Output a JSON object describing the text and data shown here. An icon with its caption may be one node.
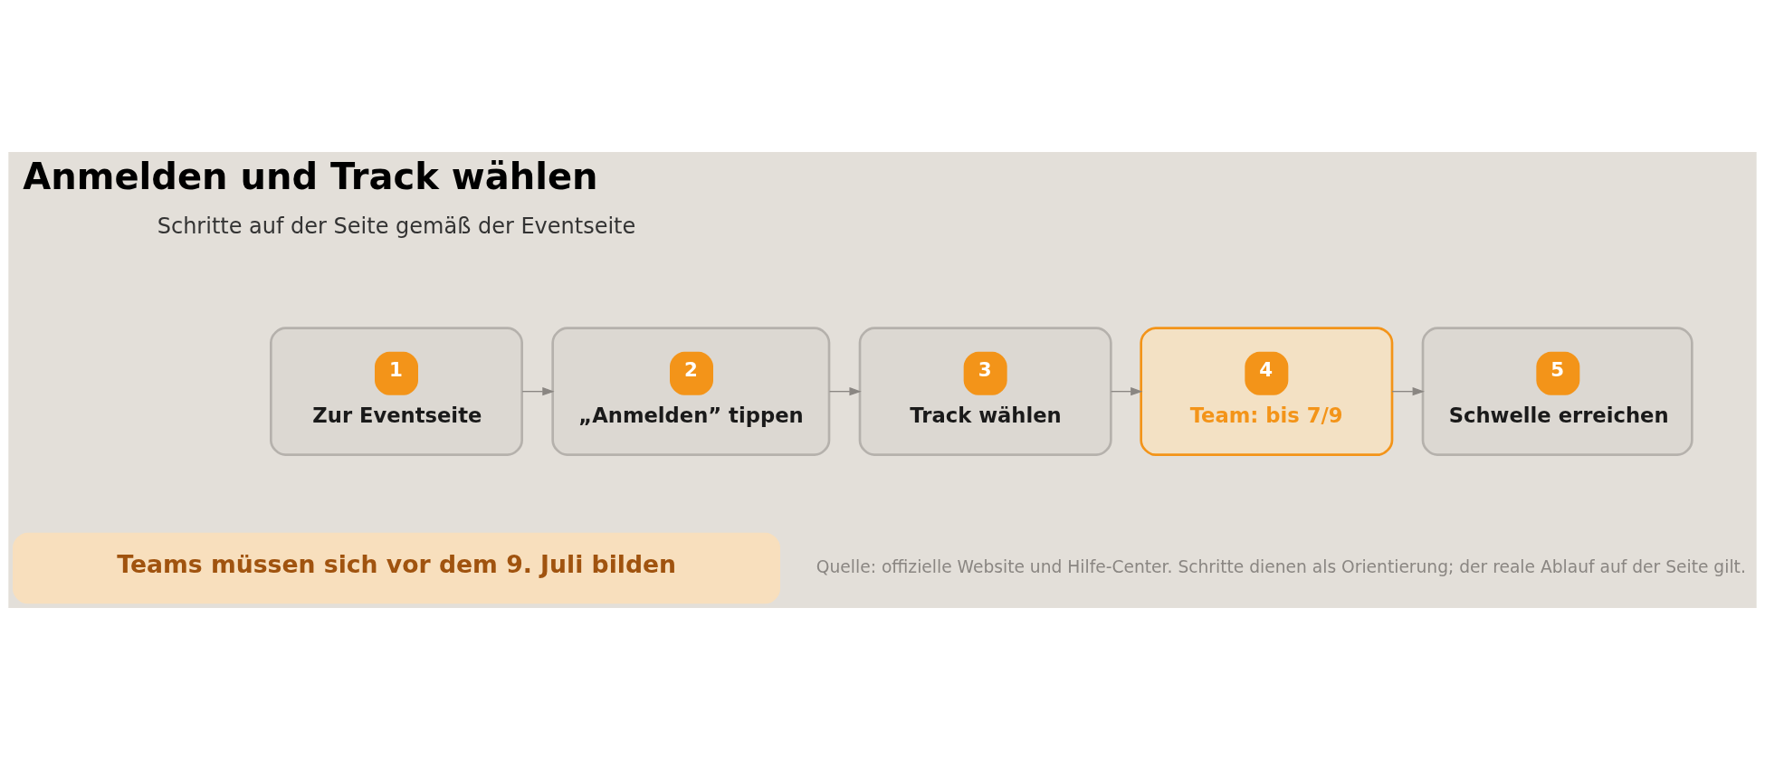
{
  "diagram": {
    "title": "Anmelden und Track wählen",
    "caption": "Quelle: offizielle Website und Hilfe-Center. Schritte dienen als Orientierung; der reale Ablauf auf der Seite gilt.",
    "nodes": [
      {
        "text": [
          "1",
          "Zur Eventseite"
        ]
      },
      {
        "text": [
          "2",
          "„Anmelden” tippen"
        ]
      },
      {
        "text": [
          "3",
          "Track wählen"
        ]
      },
      {
        "text": [
          "4",
          "Team: bis 7/9"
        ]
      },
      {
        "text": [
          "5",
          "Schwelle erreichen"
        ]
      },
      {
        "text": [
          "Teams müssen sich vor dem 9. Juli bilden"
        ]
      }
    ],
    "edges": [
      {
        "from": 0,
        "to": 1,
        "arrow": "to"
      },
      {
        "from": 1,
        "to": 2,
        "arrow": "to"
      },
      {
        "from": 2,
        "to": 3,
        "arrow": "to"
      },
      {
        "from": 3,
        "to": 4,
        "arrow": "to"
      }
    ],
    "labels": [
      "Schritte auf der Seite gemäß der Eventseite"
    ]
  }
}
